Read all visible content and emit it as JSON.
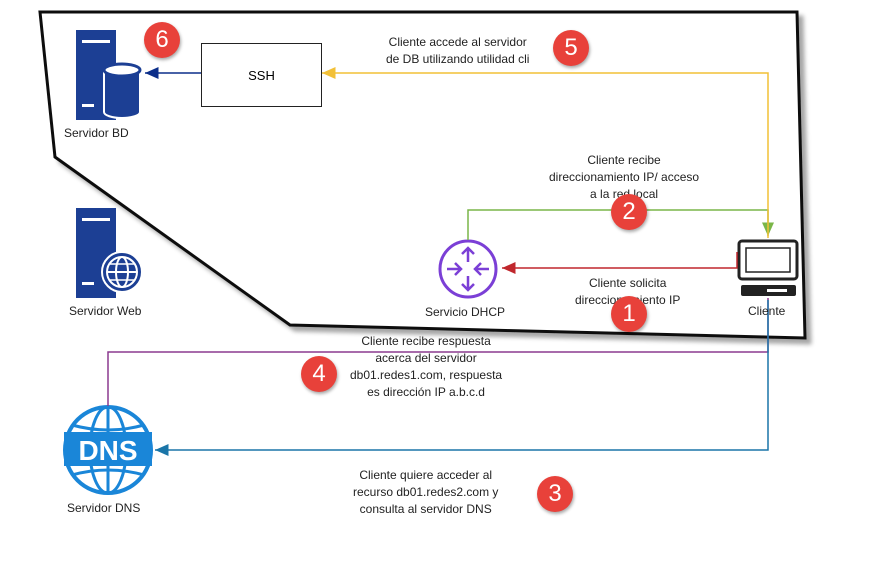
{
  "nodes": {
    "servidor_bd": "Servidor BD",
    "servidor_web": "Servidor Web",
    "servidor_dns": "Servidor DNS",
    "servicio_dhcp": "Servicio DHCP",
    "cliente": "Cliente",
    "ssh": "SSH",
    "dns_logo_text": "DNS"
  },
  "steps": [
    {
      "number": "1",
      "text": [
        "Cliente solicita",
        "direccionamiento IP"
      ],
      "color": "#c0272d"
    },
    {
      "number": "2",
      "text": [
        "Cliente recibe",
        "direccionamiento IP/ acceso",
        "a la red local"
      ],
      "color": "#7ab648"
    },
    {
      "number": "3",
      "text": [
        "Cliente quiere acceder al",
        "recurso  db01.redes2.com y",
        "consulta al servidor DNS"
      ],
      "color": "#1a75a8"
    },
    {
      "number": "4",
      "text": [
        "Cliente recibe respuesta",
        "acerca del servidor",
        "db01.redes1.com, respuesta",
        "es dirección IP a.b.c.d"
      ],
      "color": "#8b3a8f"
    },
    {
      "number": "5",
      "text": [
        "Cliente accede al servidor",
        "de DB utilizando utilidad cli"
      ],
      "color": "#f2c037"
    },
    {
      "number": "6",
      "text": [],
      "color": "#0b2e8a"
    }
  ],
  "colors": {
    "server_blue": "#1c3f94",
    "dhcp_purple": "#7b3fd6",
    "dns_blue": "#1a86d8",
    "badge_red": "#e8413a"
  }
}
